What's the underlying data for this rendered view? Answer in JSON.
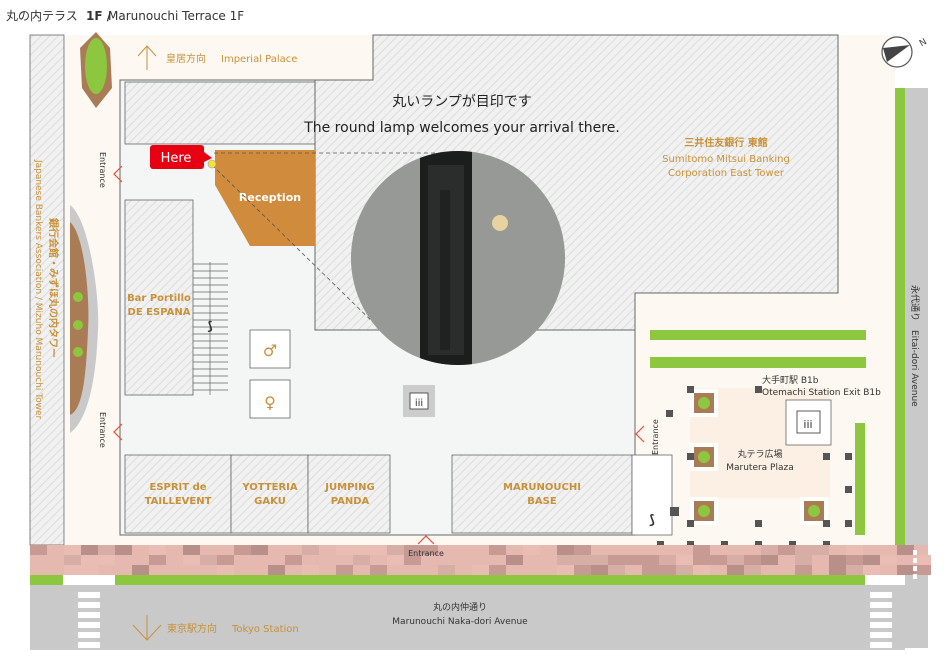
{
  "title": {
    "jp": "丸の内テラス",
    "floor": "1F /",
    "en": "Marunouchi Terrace 1F"
  },
  "directions": {
    "north": {
      "jp": "皇居方向",
      "en": "Imperial Palace"
    },
    "south": {
      "jp": "東京駅方向",
      "en": "Tokyo Station"
    }
  },
  "headline": {
    "jp": "丸いランプが目印です",
    "en": "The round lamp welcomes your arrival there."
  },
  "here_label": "Here",
  "reception_label": "Reception",
  "entrance_label": "Entrance",
  "compass_label": "N",
  "buildings": {
    "smbc": {
      "jp": "三井住友銀行 東館",
      "en1": "Sumitomo Mitsui Banking",
      "en2": "Corporation East Tower"
    },
    "jba": {
      "jp": "銀行会館・みずほ丸の内タワー",
      "en": "Japanese Bankers Association / Mizuho Marunouchi Tower"
    }
  },
  "shops": [
    {
      "line1": "Bar Portillo",
      "line2": "DE ESPANA"
    },
    {
      "line1": "ESPRIT de",
      "line2": "TAILLEVENT"
    },
    {
      "line1": "YOTTERIA",
      "line2": "GAKU"
    },
    {
      "line1": "JUMPING",
      "line2": "PANDA"
    },
    {
      "line1": "MARUNOUCHI",
      "line2": "BASE"
    }
  ],
  "station_exit": {
    "jp": "大手町駅 B1b",
    "en": "Otemachi Station Exit B1b"
  },
  "plaza": {
    "jp": "丸テラ広場",
    "en": "Marutera Plaza"
  },
  "streets": {
    "nakadori": {
      "jp": "丸の内仲通り",
      "en": "Marunouchi Naka-dori Avenue"
    },
    "eitai": {
      "jp": "永代通り",
      "en": "Eitai-dori Avenue"
    }
  },
  "colors": {
    "accent": "#c8913a",
    "green": "#8dc63f",
    "here": "#e60012",
    "reception": "#d08c3c"
  }
}
